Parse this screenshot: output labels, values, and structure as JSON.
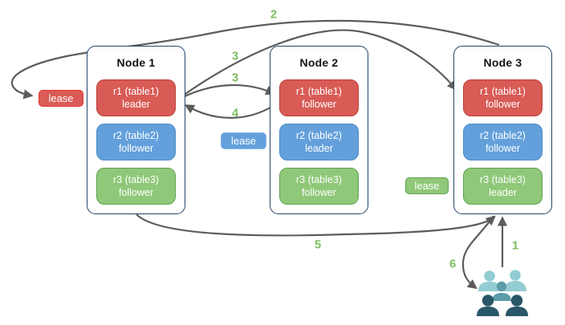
{
  "nodes": [
    {
      "title": "Node 1",
      "replicas": [
        {
          "name": "r1 (table1)",
          "role": "leader"
        },
        {
          "name": "r2 (table2)",
          "role": "follower"
        },
        {
          "name": "r3 (table3)",
          "role": "follower"
        }
      ]
    },
    {
      "title": "Node 2",
      "replicas": [
        {
          "name": "r1 (table1)",
          "role": "follower"
        },
        {
          "name": "r2 (table2)",
          "role": "leader"
        },
        {
          "name": "r3 (table3)",
          "role": "follower"
        }
      ]
    },
    {
      "title": "Node 3",
      "replicas": [
        {
          "name": "r1 (table1)",
          "role": "follower"
        },
        {
          "name": "r2 (table2)",
          "role": "follower"
        },
        {
          "name": "r3 (table3)",
          "role": "leader"
        }
      ]
    }
  ],
  "leases": [
    {
      "label": "lease",
      "color": "#DB5B56"
    },
    {
      "label": "lease",
      "color": "#63A0DB"
    },
    {
      "label": "lease",
      "color": "#8FC878"
    }
  ],
  "steps": {
    "s1": "1",
    "s2": "2",
    "s3a": "3",
    "s3b": "3",
    "s4": "4",
    "s5": "5",
    "s6": "6"
  },
  "icons": {
    "users": "users-icon"
  },
  "colors": {
    "replica_red": "#D85B56",
    "replica_red_border": "#BE3F3B",
    "replica_blue": "#63A0DB",
    "replica_blue_border": "#4C8BC9",
    "replica_green": "#8FC878",
    "replica_green_border": "#5FA153",
    "node_border": "#23456B",
    "arrow": "#5C5C5C",
    "step_label": "#7CBD62",
    "users_light": "#93CDD3",
    "users_mid": "#5C9CA9",
    "users_dark": "#2A5769"
  }
}
